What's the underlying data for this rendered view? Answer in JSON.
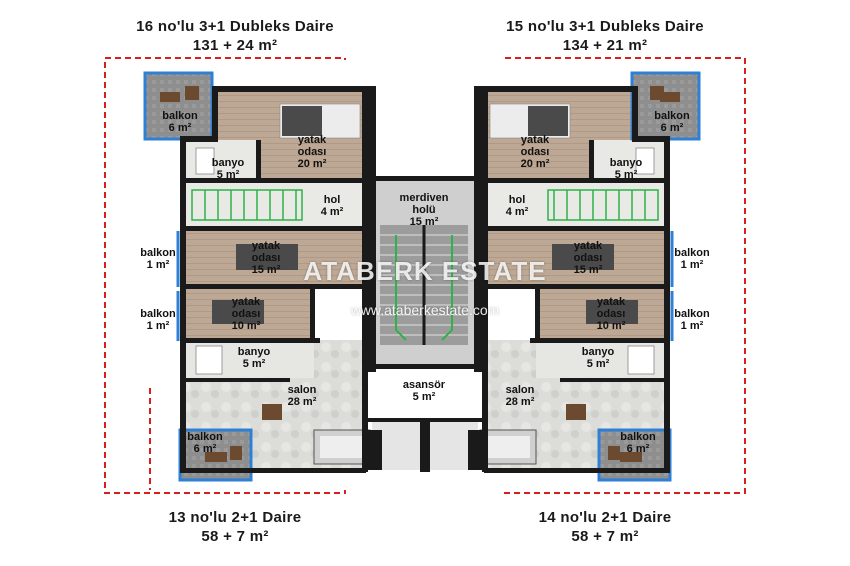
{
  "titles": {
    "top_left": {
      "name": "16 no'lu 3+1 Dubleks Daire",
      "area": "131 + 24 m²"
    },
    "top_right": {
      "name": "15 no'lu 3+1 Dubleks Daire",
      "area": "134 + 21 m²"
    },
    "bottom_left": {
      "name": "13 no'lu 2+1 Daire",
      "area": "58 + 7 m²"
    },
    "bottom_right": {
      "name": "14 no'lu 2+1 Daire",
      "area": "58 + 7 m²"
    }
  },
  "rooms": {
    "balkon_tl": {
      "name": "balkon",
      "area": "6 m²"
    },
    "yatak_tl": {
      "l1": "yatak",
      "l2": "odası",
      "area": "20 m²"
    },
    "banyo_tl": {
      "name": "banyo",
      "area": "5 m²"
    },
    "hol_l": {
      "name": "hol",
      "area": "4 m²"
    },
    "merdiven": {
      "l1": "merdiven",
      "l2": "holü",
      "area": "15 m²"
    },
    "hol_r": {
      "name": "hol",
      "area": "4 m²"
    },
    "yatak_tr": {
      "l1": "yatak",
      "l2": "odası",
      "area": "20 m²"
    },
    "banyo_tr": {
      "name": "banyo",
      "area": "5 m²"
    },
    "balkon_tr": {
      "name": "balkon",
      "area": "6 m²"
    },
    "balkon_l1": {
      "name": "balkon",
      "area": "1 m²"
    },
    "balkon_l2": {
      "name": "balkon",
      "area": "1 m²"
    },
    "balkon_r1": {
      "name": "balkon",
      "area": "1 m²"
    },
    "balkon_r2": {
      "name": "balkon",
      "area": "1 m²"
    },
    "yatak_l15": {
      "l1": "yatak",
      "l2": "odası",
      "area": "15 m²"
    },
    "yatak_r15": {
      "l1": "yatak",
      "l2": "odası",
      "area": "15 m²"
    },
    "yatak_l10": {
      "l1": "yatak",
      "l2": "odası",
      "area": "10 m²"
    },
    "yatak_r10": {
      "l1": "yatak",
      "l2": "odası",
      "area": "10 m²"
    },
    "banyo_bl": {
      "name": "banyo",
      "area": "5 m²"
    },
    "banyo_br": {
      "name": "banyo",
      "area": "5 m²"
    },
    "salon_l": {
      "name": "salon",
      "area": "28 m²"
    },
    "salon_r": {
      "name": "salon",
      "area": "28 m²"
    },
    "asansor": {
      "name": "asansör",
      "area": "5 m²"
    },
    "balkon_bl": {
      "name": "balkon",
      "area": "6 m²"
    },
    "balkon_br": {
      "name": "balkon",
      "area": "6 m²"
    }
  },
  "watermark": {
    "brand": "ATABERK ESTATE",
    "url": "www.ataberkestate.com"
  },
  "colors": {
    "wall": "#1a1a1a",
    "floor_wood": "#b9a693",
    "floor_tile": "#d9d9d6",
    "balcony_frame": "#2e7fd6",
    "boundary": "#d62020",
    "stairs": "#2db34a"
  }
}
